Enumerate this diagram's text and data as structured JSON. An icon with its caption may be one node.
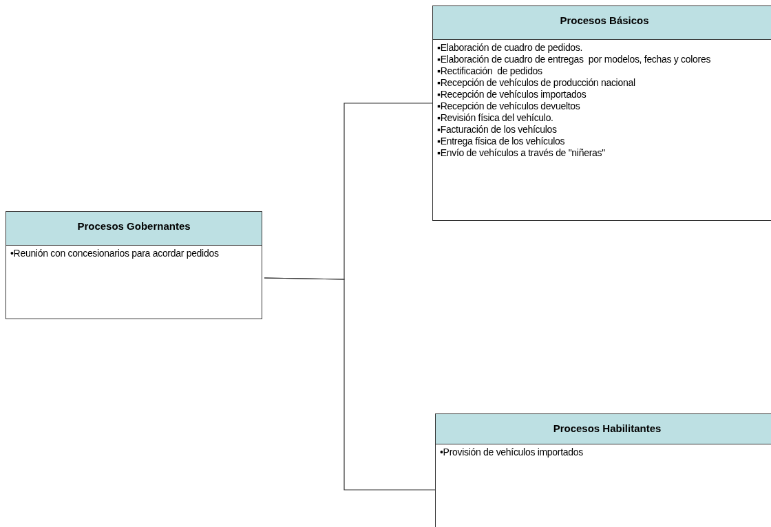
{
  "diagram": {
    "nodes": [
      {
        "text": [
          "Procesos Gobernantes",
          "•Reunión con concesionarios para acordar pedidos"
        ]
      },
      {
        "text": [
          "Procesos Básicos",
          "▪Elaboración de cuadro de pedidos.",
          "▪Elaboración de cuadro de entregas  por modelos, fechas y colores",
          "▪Rectificación  de pedidos",
          "▪Recepción de vehículos de producción nacional",
          "▪Recepción de vehículos importados",
          "▪Recepción de vehículos devueltos",
          "▪Revisión física del vehículo.",
          "▪Facturación de los vehículos",
          "▪Entrega física de los vehículos",
          "▪Envío de vehículos a través de \"niñeras\""
        ]
      },
      {
        "text": [
          "Procesos Habilitantes",
          "•Provisión de vehículos importados"
        ]
      }
    ],
    "edges": [
      {
        "from": 0,
        "to": 1,
        "arrow": "none"
      },
      {
        "from": 0,
        "to": 2,
        "arrow": "none"
      }
    ]
  }
}
